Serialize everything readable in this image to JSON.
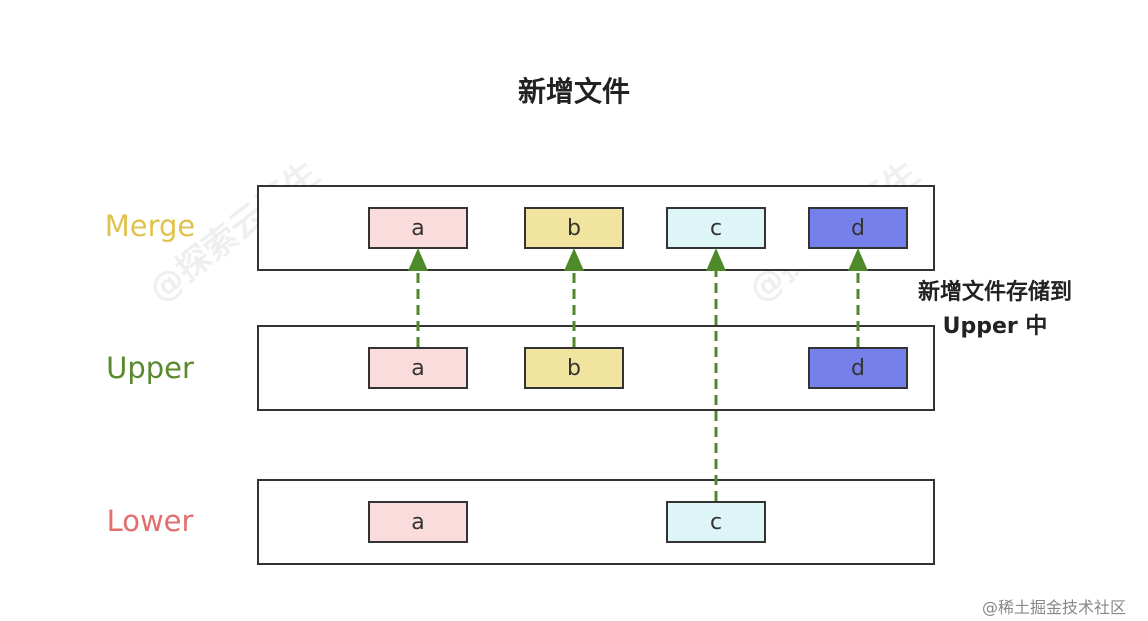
{
  "title": "新增文件",
  "layers": {
    "merge": {
      "label": "Merge",
      "color": "#e0c34f"
    },
    "upper": {
      "label": "Upper",
      "color": "#5b8a2e"
    },
    "lower": {
      "label": "Lower",
      "color": "#e07070"
    }
  },
  "files": {
    "a": {
      "label": "a",
      "color": "#fadcdc"
    },
    "b": {
      "label": "b",
      "color": "#f0e49e"
    },
    "c": {
      "label": "c",
      "color": "#ddf5f7"
    },
    "d": {
      "label": "d",
      "color": "#7580ea"
    }
  },
  "arrow_color": "#4f8a2a",
  "note": {
    "line1": "新增文件存储到",
    "line2": "Upper 中"
  },
  "watermark": "@探索云原生",
  "footer": "@稀土掘金技术社区"
}
